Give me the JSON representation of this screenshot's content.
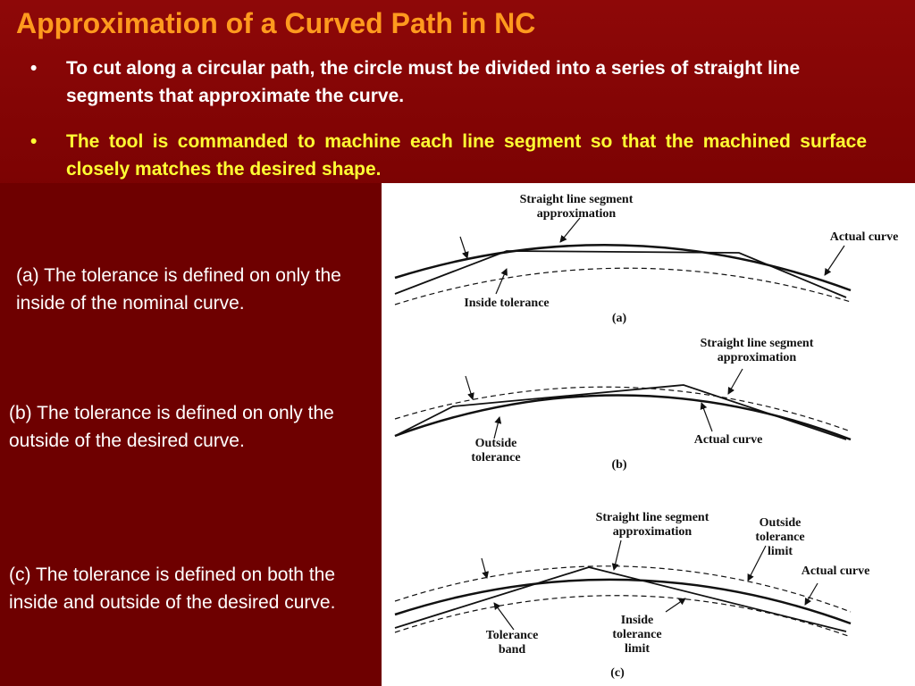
{
  "title": "Approximation of a Curved Path in NC",
  "bullets": [
    "To cut along a circular path, the circle must be divided into a series of straight line segments that approximate the curve.",
    "The tool is commanded to machine each line segment so that the machined surface closely matches the  desired shape."
  ],
  "captions": {
    "a": "(a) The tolerance is defined on only the inside of the nominal curve.",
    "b": "(b) The tolerance is defined on only the outside of the desired curve.",
    "c": "(c) The tolerance is defined on both the inside and outside of the desired curve."
  },
  "figure": {
    "a": {
      "seg_label_1": "Straight line segment",
      "seg_label_2": "approximation",
      "actual_curve": "Actual curve",
      "inside_tolerance": "Inside tolerance",
      "panel": "(a)"
    },
    "b": {
      "seg_label_1": "Straight line segment",
      "seg_label_2": "approximation",
      "outside_1": "Outside",
      "outside_2": "tolerance",
      "actual_curve": "Actual curve",
      "panel": "(b)"
    },
    "c": {
      "seg_label_1": "Straight line segment",
      "seg_label_2": "approximation",
      "outside_limit_1": "Outside",
      "outside_limit_2": "tolerance",
      "outside_limit_3": "limit",
      "actual_curve": "Actual curve",
      "band_1": "Tolerance",
      "band_2": "band",
      "inside_limit_1": "Inside",
      "inside_limit_2": "tolerance",
      "inside_limit_3": "limit",
      "panel": "(c)"
    }
  },
  "colors": {
    "background": "#7a0000",
    "title": "#ff9a1e",
    "bullet1": "#ffffff",
    "bullet2": "#ffff33"
  }
}
